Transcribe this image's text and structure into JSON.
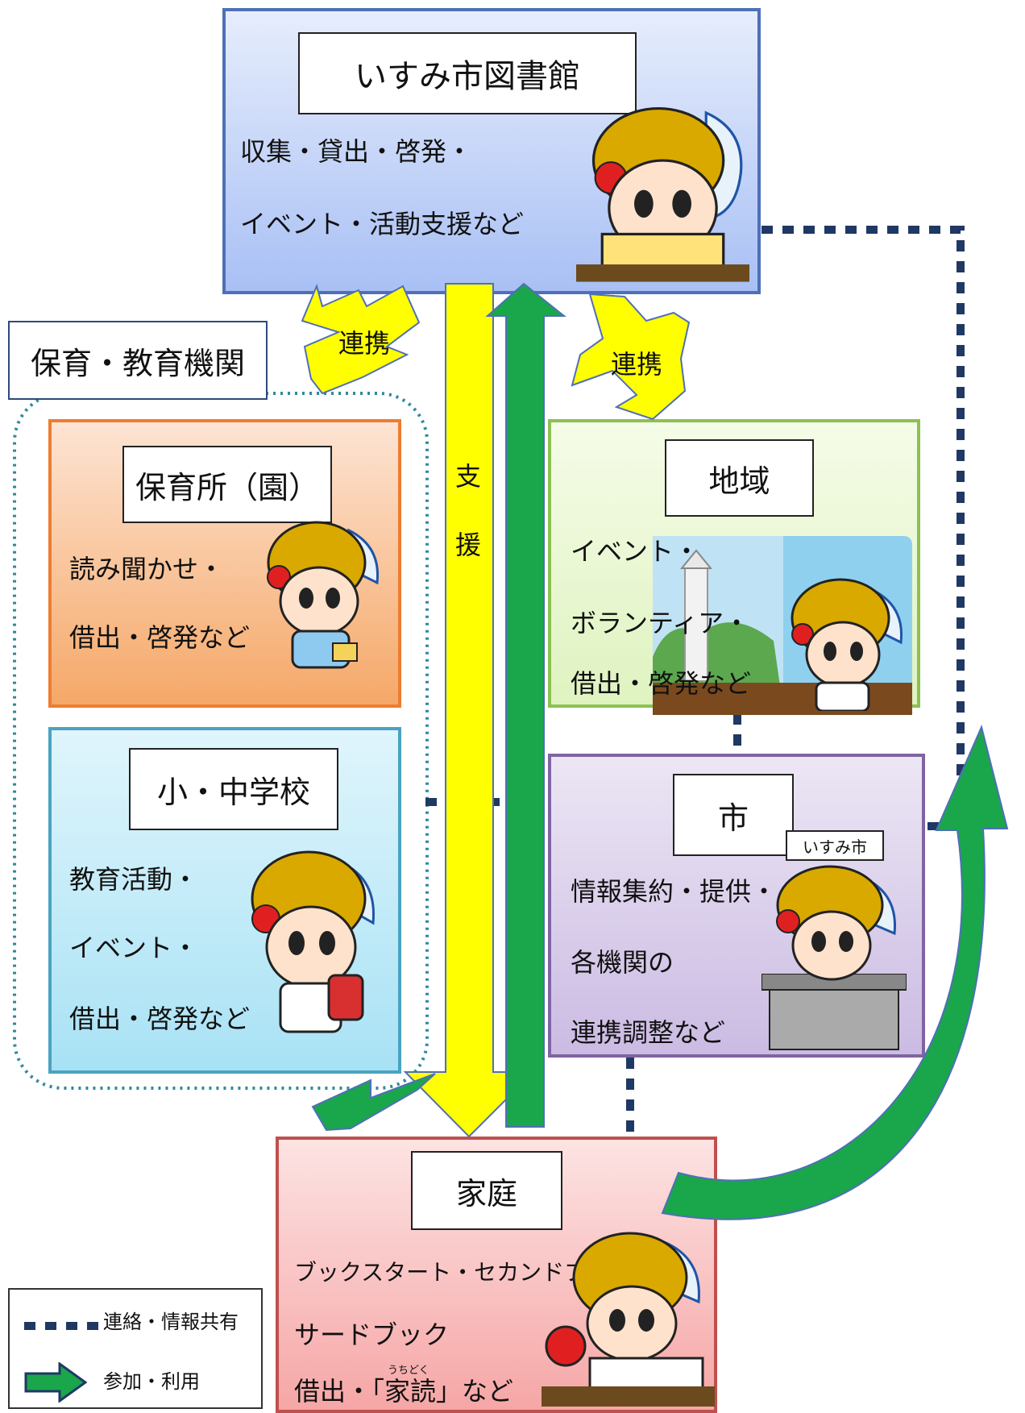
{
  "library": {
    "title": "いすみ市図書館",
    "line1": "収集・貸出・啓発・",
    "line2": "イベント・活動支援など"
  },
  "group_label": "保育・教育機関",
  "nursery": {
    "title": "保育所（園）",
    "line1": "読み聞かせ・",
    "line2": "借出・啓発など"
  },
  "school": {
    "title": "小・中学校",
    "line1": "教育活動・",
    "line2": "イベント・",
    "line3": "借出・啓発など"
  },
  "community": {
    "title": "地域",
    "line1": "イベント・",
    "line2": "ボランティア・",
    "line3": "借出・啓発など"
  },
  "city": {
    "title": "市",
    "sign": "いすみ市",
    "line1": "情報集約・提供・",
    "line2": "各機関の",
    "line3": "連携調整など"
  },
  "home": {
    "title": "家庭",
    "line1": "ブックスタート・セカンドブック・",
    "line2": "サードブック",
    "line3_pre": "借出・「",
    "line3_ruby_base": "家読",
    "line3_ruby_text": "うちどく",
    "line3_post": "」など"
  },
  "arrows": {
    "cooperation_left": "連携",
    "cooperation_right": "連携",
    "support_1": "支",
    "support_2": "援"
  },
  "legend": {
    "dotted_label": "連絡・情報共有",
    "arrow_label": "参加・利用"
  },
  "colors": {
    "yellow_arrow": "#ffff00",
    "green_arrow": "#1aa64b",
    "dotted_line": "#1f3864"
  }
}
